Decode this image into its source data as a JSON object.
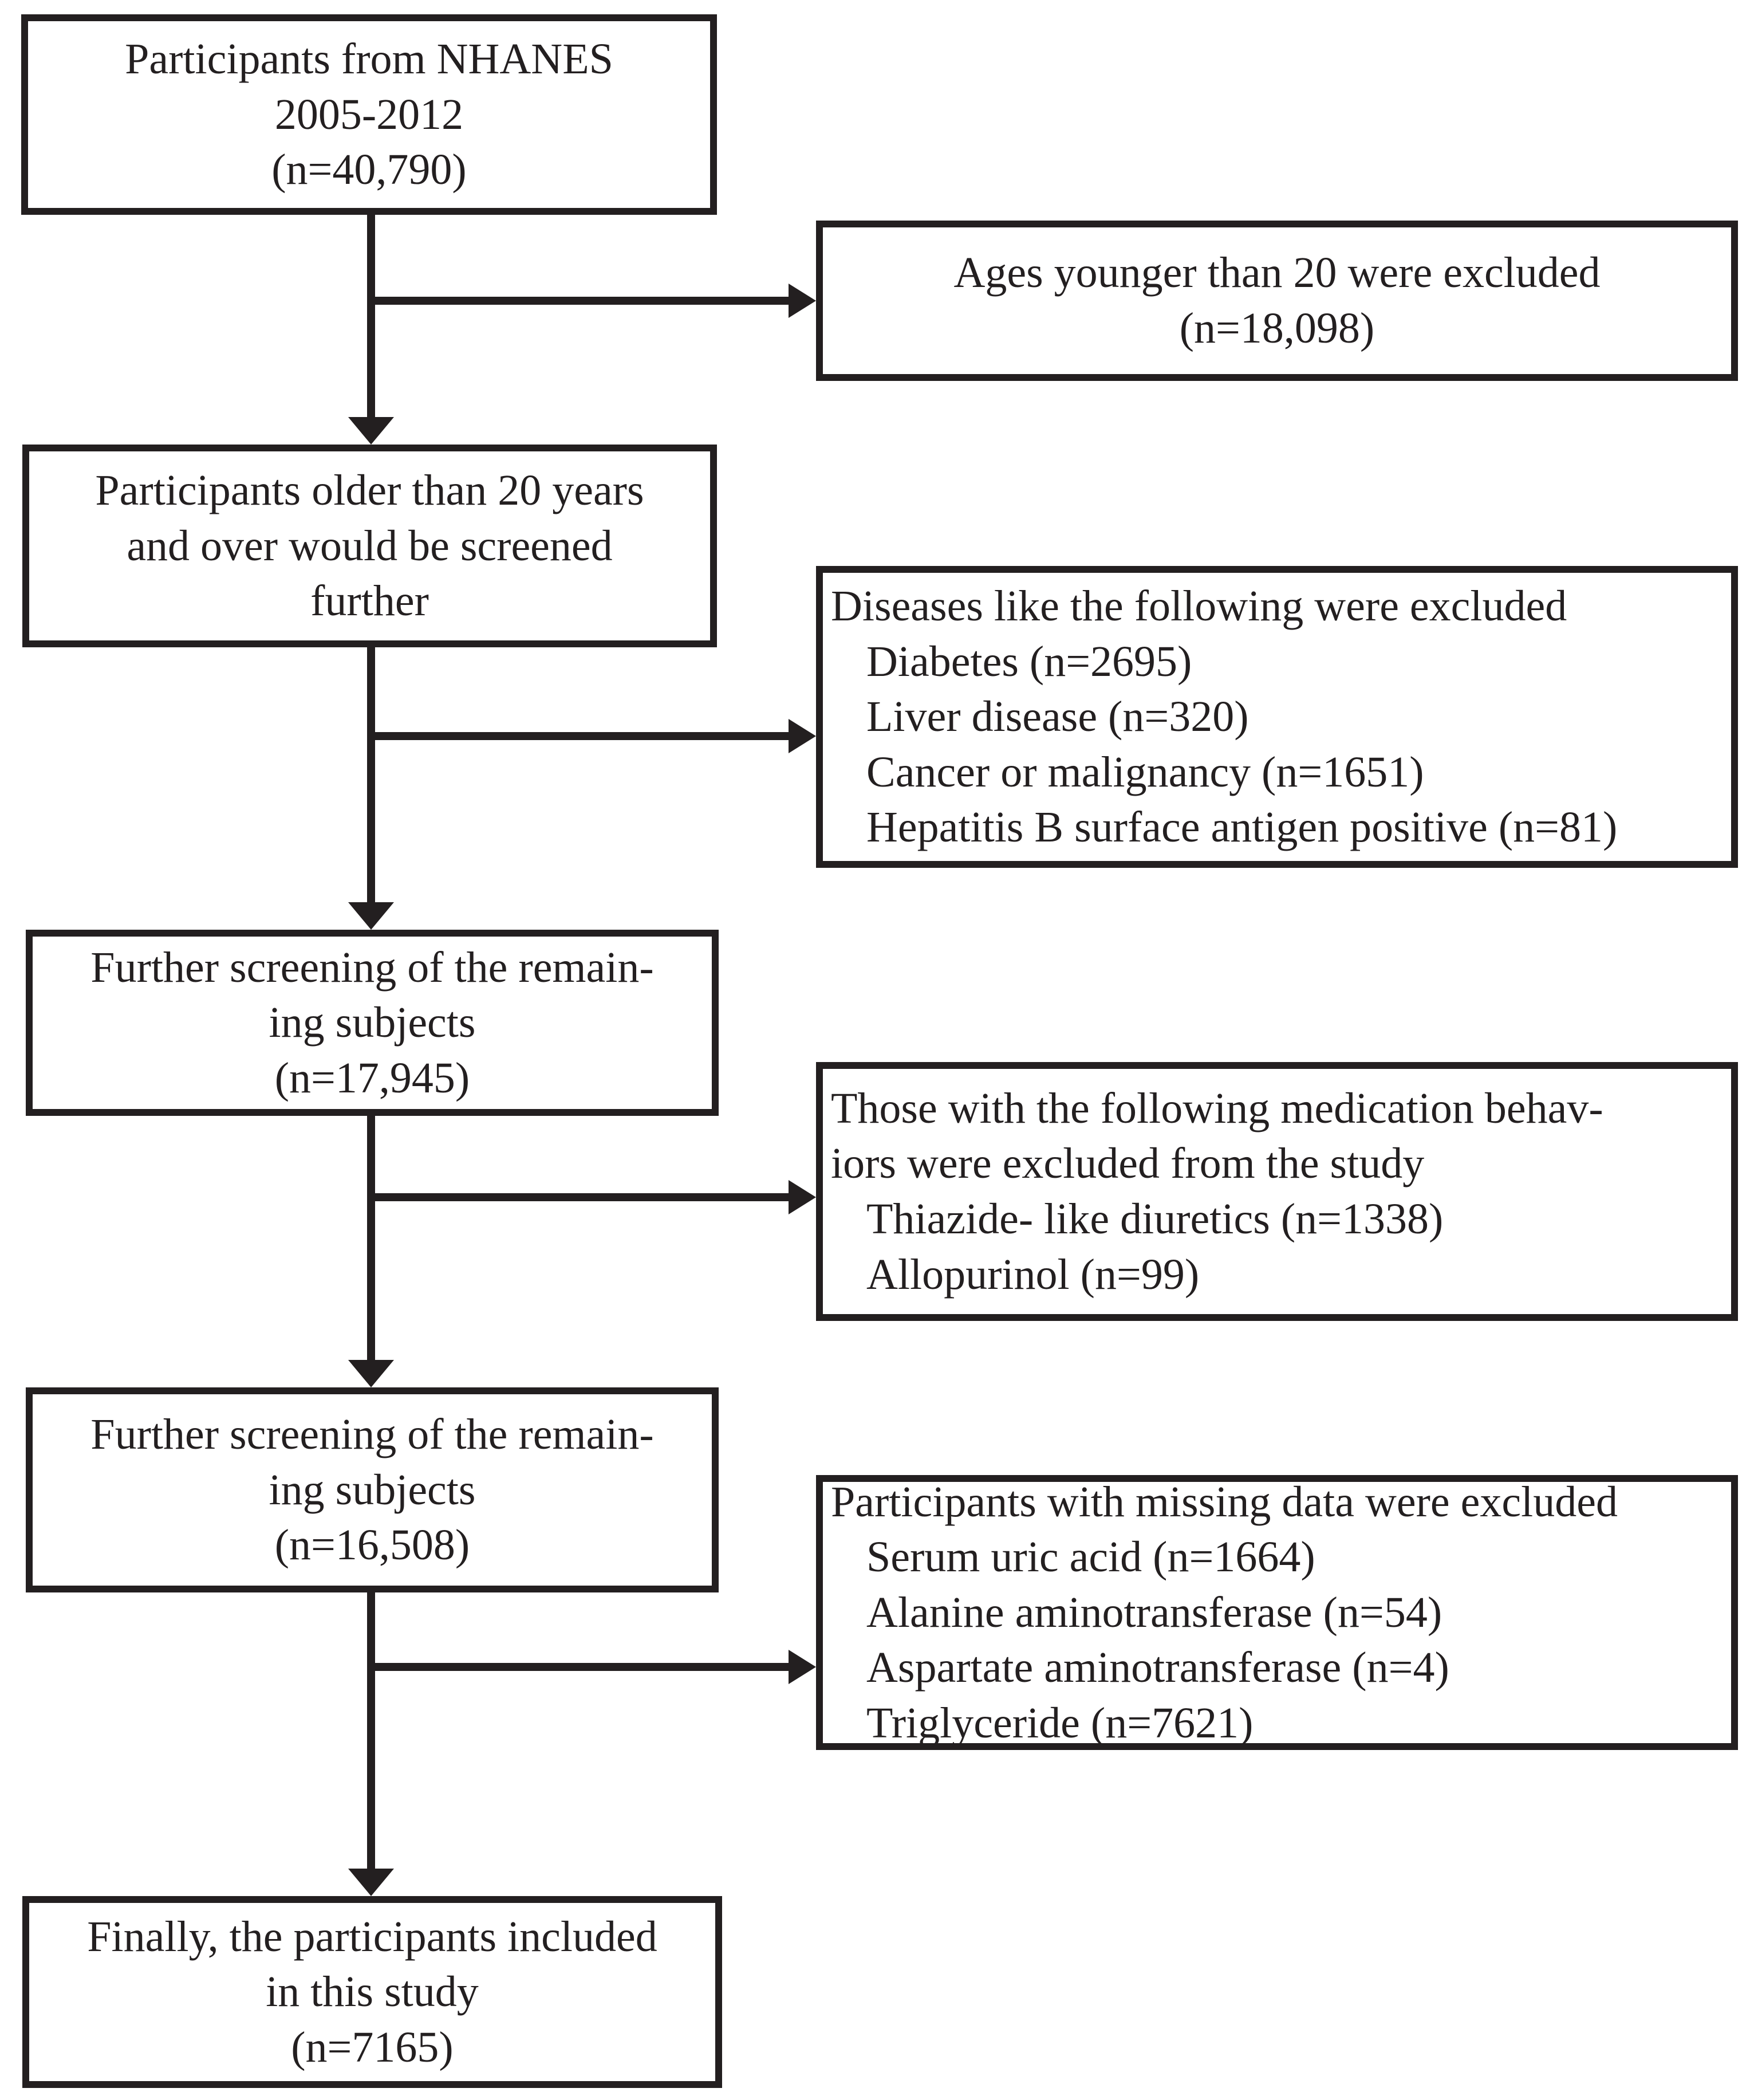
{
  "colors": {
    "ink": "#231f20",
    "background": "#ffffff"
  },
  "flowchart": {
    "boxes": [
      {
        "id": "participants-nhanes",
        "lines": [
          "Participants from NHANES",
          "2005-2012",
          "(n=40,790)"
        ]
      },
      {
        "id": "age-excluded",
        "lines": [
          "Ages younger than 20 were excluded",
          "(n=18,098)"
        ]
      },
      {
        "id": "older-than-20",
        "lines": [
          "Participants older than 20 years",
          "and over would be screened",
          "further"
        ]
      },
      {
        "id": "diseases-excluded",
        "lines": [
          "Diseases like the following were excluded",
          "Diabetes (n=2695)",
          "Liver disease (n=320)",
          "Cancer or malignancy (n=1651)",
          "Hepatitis B surface antigen positive (n=81)"
        ]
      },
      {
        "id": "further-screening-17945",
        "lines": [
          "Further screening of the remain-",
          "ing subjects",
          "(n=17,945)"
        ]
      },
      {
        "id": "medication-excluded",
        "lines": [
          "Those with the following medication behav-",
          "iors were excluded from the study",
          "Thiazide- like diuretics (n=1338)",
          "Allopurinol (n=99)"
        ]
      },
      {
        "id": "further-screening-16508",
        "lines": [
          "Further screening of the remain-",
          "ing subjects",
          "(n=16,508)"
        ]
      },
      {
        "id": "missing-data-excluded",
        "lines": [
          "Participants with missing data were excluded",
          "Serum uric acid (n=1664)",
          "Alanine aminotransferase (n=54)",
          "Aspartate aminotransferase (n=4)",
          "Triglyceride (n=7621)"
        ]
      },
      {
        "id": "final-included",
        "lines": [
          "Finally, the participants included",
          "in this study",
          "(n=7165)"
        ]
      }
    ]
  }
}
